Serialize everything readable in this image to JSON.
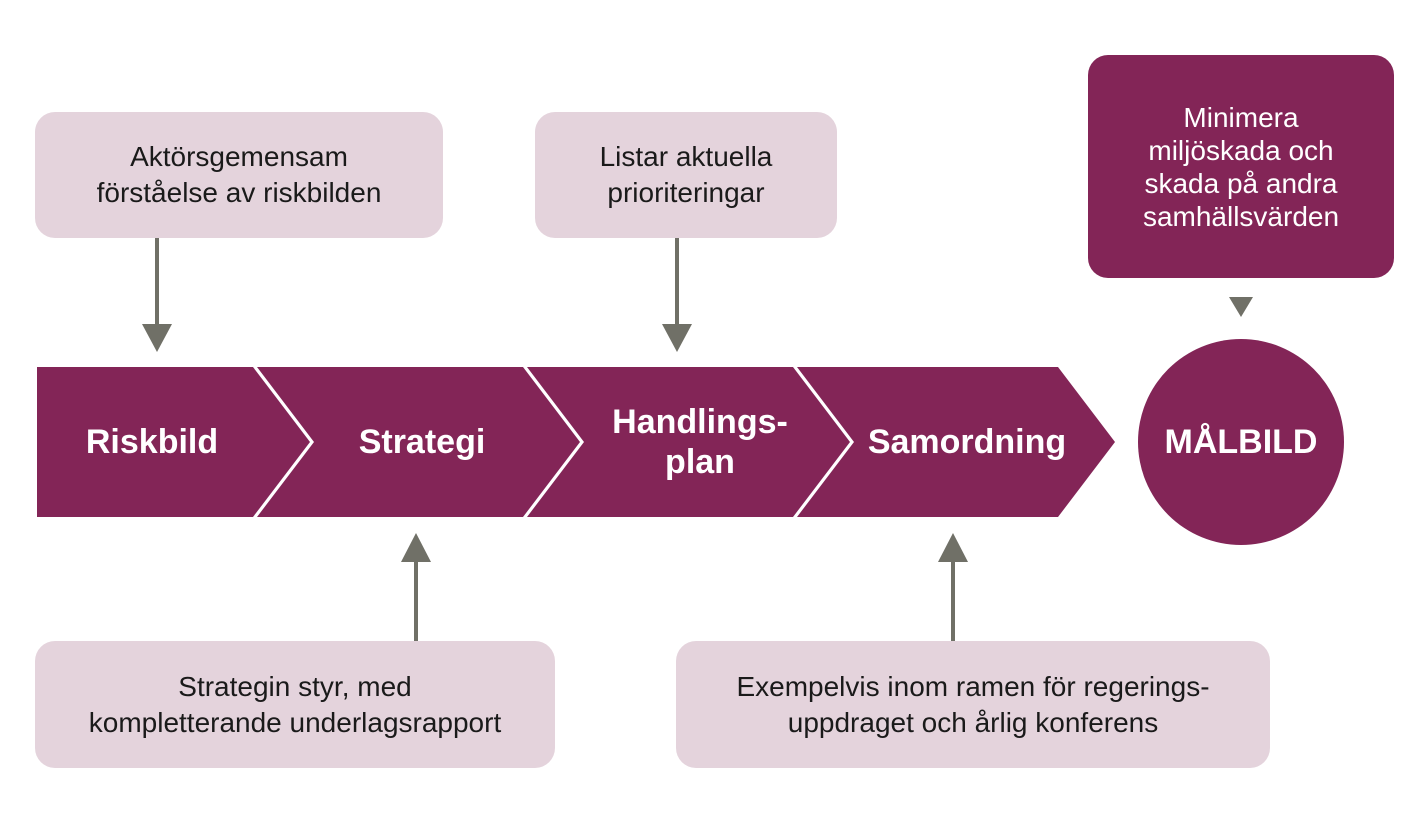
{
  "colors": {
    "chevron": "#832557",
    "goal": "#832557",
    "note_bg": "#e4d3dc",
    "arrow": "#707067"
  },
  "steps": [
    {
      "label_lines": [
        "Riskbild"
      ]
    },
    {
      "label_lines": [
        "Strategi"
      ]
    },
    {
      "label_lines": [
        "Handlings-",
        "plan"
      ]
    },
    {
      "label_lines": [
        "Samordning"
      ]
    }
  ],
  "goal": {
    "label": "MÅLBILD"
  },
  "notes": {
    "riskbild": {
      "lines": [
        "Aktörsgemensam",
        "förståelse av riskbilden"
      ]
    },
    "handlingsplan": {
      "lines": [
        "Listar aktuella",
        "prioriteringar"
      ]
    },
    "strategi": {
      "lines": [
        "Strategin styr, med",
        "kompletterande underlagsrapport"
      ]
    },
    "samordning": {
      "lines": [
        "Exempelvis inom ramen för regerings-",
        "uppdraget och årlig konferens"
      ]
    },
    "goal": {
      "lines": [
        "Minimera",
        "miljöskada och",
        "skada på andra",
        "samhällsvärden"
      ]
    }
  }
}
